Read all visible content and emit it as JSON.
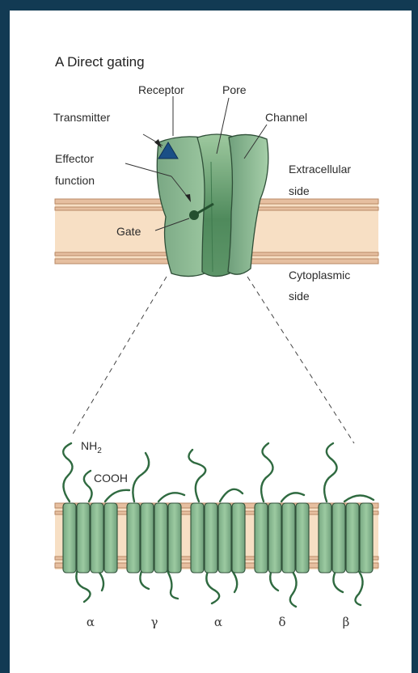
{
  "figure": {
    "title": "A  Direct gating",
    "labels": {
      "receptor": "Receptor",
      "pore": "Pore",
      "transmitter": "Transmitter",
      "channel": "Channel",
      "effector_line1": "Effector",
      "effector_line2": "function",
      "extracellular_line1": "Extracellular",
      "extracellular_line2": "side",
      "gate": "Gate",
      "cytoplasmic_line1": "Cytoplasmic",
      "cytoplasmic_line2": "side",
      "nh2": "NH",
      "nh2_sub": "2",
      "cooh": "COOH"
    },
    "subunits": [
      "α",
      "γ",
      "α",
      "δ",
      "β"
    ]
  },
  "colors": {
    "frame": "#123a53",
    "membrane_fill": "#f7dfc4",
    "membrane_line": "#b88a66",
    "channel_fill": "#87b98e",
    "channel_dark": "#4f8a5c",
    "outline": "#2f4f38",
    "transmitter": "#1a4f86",
    "coil": "#2f6a40"
  }
}
